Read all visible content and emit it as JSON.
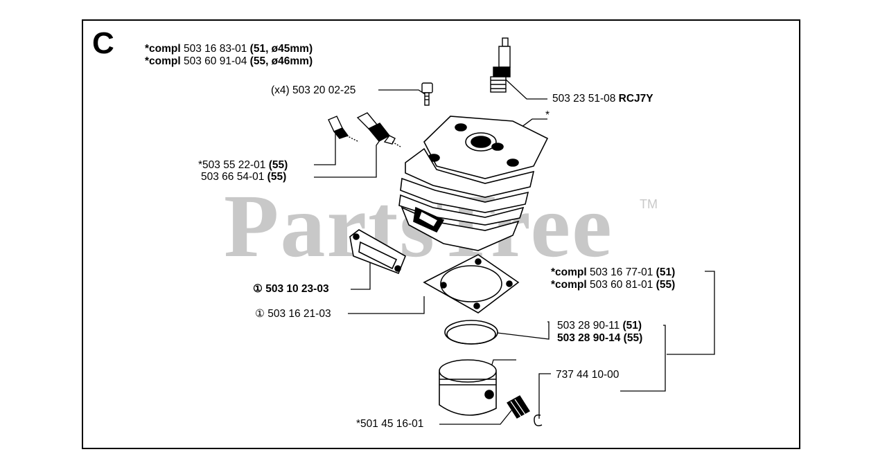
{
  "section_letter": "C",
  "watermark": {
    "text": "PartsTree",
    "tm": "TM"
  },
  "labels": {
    "cyl_kit_1": {
      "prefix": "*compl",
      "part": " 503 16 83-01 ",
      "note": "(51, ø45mm)"
    },
    "cyl_kit_2": {
      "prefix": "*compl",
      "part": " 503 60 91-04 ",
      "note": "(55, ø46mm)"
    },
    "screw": "(x4) 503 20 02-25",
    "spark_plug": {
      "part": "503 23 51-08 ",
      "type": "RCJ7Y"
    },
    "cylinder_star": "*",
    "decomp_valve_1": {
      "part": "*503 55 22-01 ",
      "note": "(55)"
    },
    "decomp_valve_2": {
      "part": "503 66 54-01 ",
      "note": "(55)"
    },
    "gasket_exhaust": {
      "num": "①",
      "part": " 503 10 23-03"
    },
    "gasket_base": {
      "num": "①",
      "part": " 503 16 21-03"
    },
    "piston_kit_1": {
      "prefix": "*compl",
      "part": " 503 16 77-01 ",
      "note": "(51)"
    },
    "piston_kit_2": {
      "prefix": "*compl",
      "part": " 503 60 81-01 ",
      "note": "(55)"
    },
    "ring_1": {
      "part": "503 28 90-11 ",
      "note": "(51)"
    },
    "ring_2": {
      "part": "503 28 90-14 ",
      "note": "(55)"
    },
    "circlip": "737 44 10-00",
    "piston": "*501 45 16-01"
  }
}
